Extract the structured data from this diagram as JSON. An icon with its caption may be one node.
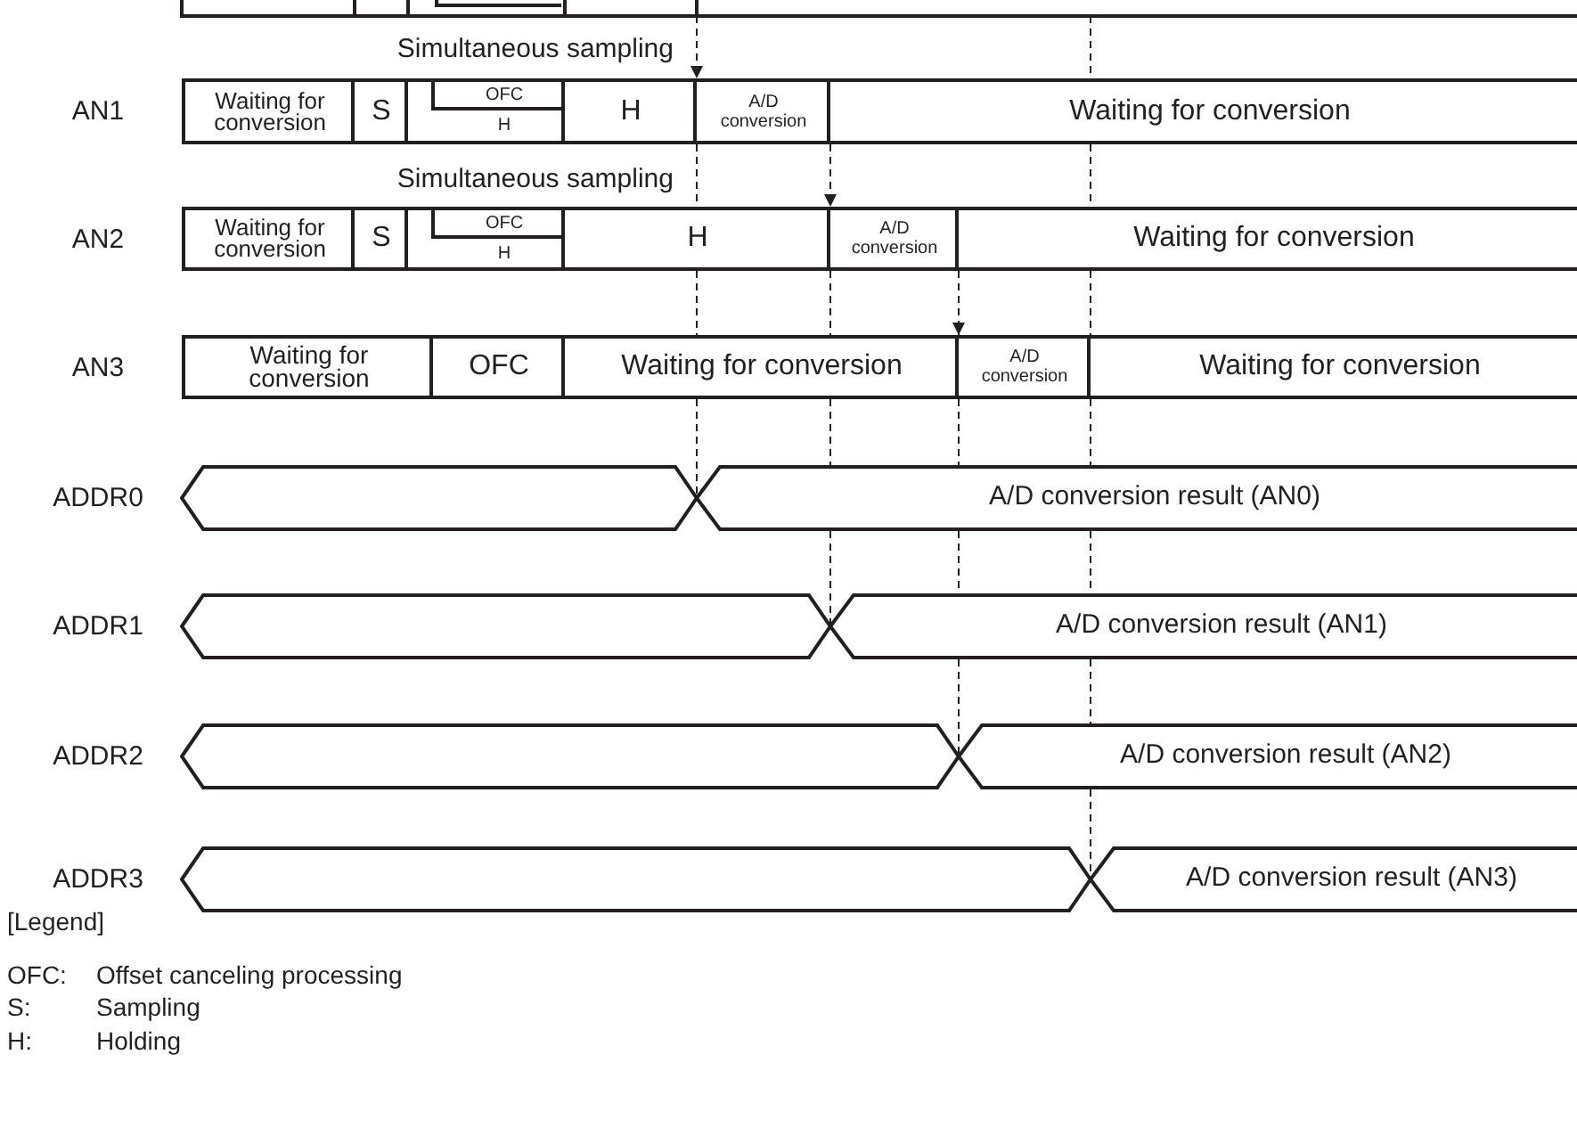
{
  "diagram": {
    "nodes": [
      {
        "text": [
          "Waiting for conversion"
        ]
      },
      {
        "text": [
          "S"
        ]
      },
      {
        "text": [
          "OFC",
          "H"
        ]
      },
      {
        "text": [
          "H"
        ]
      },
      {
        "text": [
          "A/D conversion"
        ]
      },
      {
        "text": [
          "Waiting for conversion"
        ]
      },
      {
        "text": [
          "Waiting for conversion"
        ]
      },
      {
        "text": [
          "S"
        ]
      },
      {
        "text": [
          "OFC",
          "H"
        ]
      },
      {
        "text": [
          "H"
        ]
      },
      {
        "text": [
          "A/D conversion"
        ]
      },
      {
        "text": [
          "Waiting for conversion"
        ]
      },
      {
        "text": [
          "Waiting for conversion"
        ]
      },
      {
        "text": [
          "OFC"
        ]
      },
      {
        "text": [
          "Waiting for conversion"
        ]
      },
      {
        "text": [
          "A/D conversion"
        ]
      },
      {
        "text": [
          "Waiting for conversion"
        ]
      },
      {
        "text": [],
        "shape": "hexagon",
        "beside": [
          "ADDR0"
        ]
      },
      {
        "text": [
          "A/D conversion result (AN0)"
        ]
      },
      {
        "text": [],
        "shape": "hexagon",
        "beside": [
          "ADDR1"
        ]
      },
      {
        "text": [
          "A/D conversion result (AN1)"
        ]
      },
      {
        "text": [],
        "shape": "hexagon",
        "beside": [
          "ADDR2"
        ]
      },
      {
        "text": [
          "A/D conversion result (AN2)"
        ]
      },
      {
        "text": [],
        "shape": "hexagon",
        "beside": [
          "ADDR3"
        ]
      },
      {
        "text": [
          "A/D conversion result (AN3)"
        ]
      }
    ],
    "edges": [
      {
        "from": null,
        "to": 4,
        "arrow": "to",
        "style": "dashed"
      },
      {
        "from": 4,
        "to": 10,
        "arrow": "to",
        "style": "dashed"
      },
      {
        "from": 10,
        "to": 15,
        "arrow": "to",
        "style": "dashed"
      },
      {
        "from": 4,
        "to": 9,
        "arrow": "none",
        "style": "dashed"
      },
      {
        "from": 9,
        "to": 14,
        "arrow": "none",
        "style": "dashed"
      },
      {
        "from": 14,
        "to": 18,
        "arrow": "none",
        "style": "dashed"
      },
      {
        "from": 10,
        "to": 14,
        "arrow": "none",
        "style": "dashed"
      },
      {
        "from": 14,
        "to": 18,
        "arrow": "none",
        "style": "dashed"
      },
      {
        "from": 18,
        "to": 20,
        "arrow": "none",
        "style": "dashed"
      },
      {
        "from": 15,
        "to": 18,
        "arrow": "none",
        "style": "dashed"
      },
      {
        "from": 18,
        "to": 20,
        "arrow": "none",
        "style": "dashed"
      },
      {
        "from": 20,
        "to": 22,
        "arrow": "none",
        "style": "dashed"
      },
      {
        "from": null,
        "to": 5,
        "arrow": "none",
        "style": "dashed"
      },
      {
        "from": 5,
        "to": 11,
        "arrow": "none",
        "style": "dashed"
      },
      {
        "from": 11,
        "to": 16,
        "arrow": "none",
        "style": "dashed"
      },
      {
        "from": 16,
        "to": 18,
        "arrow": "none",
        "style": "dashed"
      },
      {
        "from": 18,
        "to": 20,
        "arrow": "none",
        "style": "dashed"
      },
      {
        "from": 20,
        "to": 22,
        "arrow": "none",
        "style": "dashed"
      },
      {
        "from": 22,
        "to": 24,
        "arrow": "none",
        "style": "dashed"
      }
    ],
    "labels": [
      "Simultaneous sampling",
      "AN1",
      "Simultaneous sampling",
      "AN2",
      "AN3",
      "[Legend]",
      "OFC:",
      "Offset canceling processing",
      "S:",
      "Sampling",
      "H:",
      "Holding"
    ]
  }
}
